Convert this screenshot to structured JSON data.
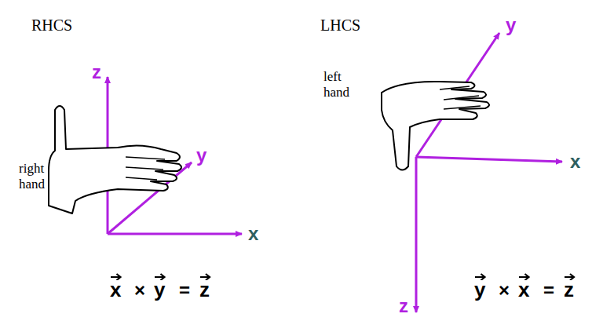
{
  "diagram": {
    "labels": [
      "RHCS",
      "LHCS",
      "z",
      "y",
      "x",
      "right hand",
      "x",
      "×",
      "y",
      "=",
      "z",
      "left hand",
      "y",
      "x",
      "z",
      "y",
      "×",
      "x",
      "=",
      "z"
    ]
  }
}
